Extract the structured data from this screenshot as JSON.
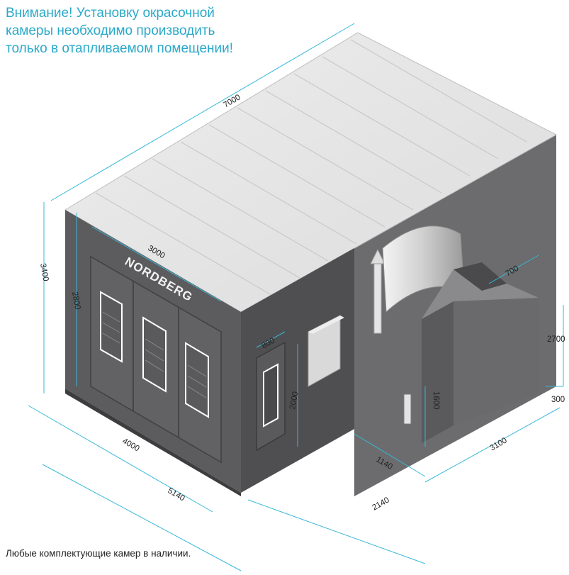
{
  "warning": {
    "lines": [
      "Внимание! Установку окрасочной",
      "камеры необходимо производить",
      "только в отапливаемом помещении!"
    ]
  },
  "brand": {
    "logo_text": "NORDBERG"
  },
  "dimensions": {
    "length_total": "7000",
    "door_width": "3000",
    "height_outer": "3400",
    "height_door": "2800",
    "front_depth": "4000",
    "front_total": "5140",
    "side_door_width": "800",
    "side_door_height": "2000",
    "unit_depth_1": "1140",
    "unit_depth_2": "2140",
    "duct_width": "700",
    "unit_height_total": "2700",
    "unit_height_mid": "1600",
    "base_height": "300",
    "unit_length": "3100"
  },
  "footer": {
    "note": "Любые комплектующие камер в наличии."
  },
  "colors": {
    "accent": "#2aa9c9",
    "dimension_line": "#37b8d6",
    "body_dark": "#5a5a5c",
    "roof": "#e6e6e6"
  }
}
